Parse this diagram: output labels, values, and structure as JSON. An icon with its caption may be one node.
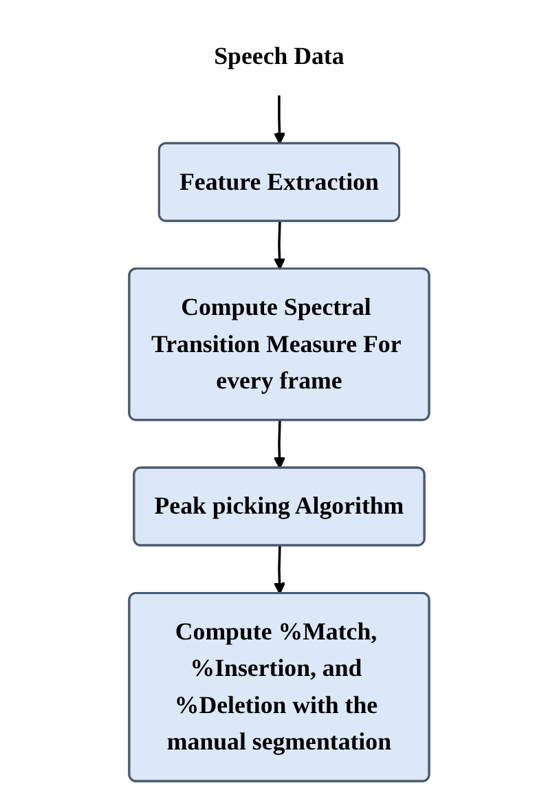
{
  "diagram": {
    "nodes": [
      {
        "text": [
          "Speech Data"
        ]
      },
      {
        "text": [
          "Feature Extraction"
        ]
      },
      {
        "text": [
          "Compute Spectral Transition Measure For every frame"
        ]
      },
      {
        "text": [
          "Peak picking Algorithm"
        ]
      },
      {
        "text": [
          "Compute %Match, %Insertion, and %Deletion with the manual segmentation"
        ]
      }
    ],
    "edges": [
      {
        "from": 0,
        "to": 1,
        "arrow": "to"
      },
      {
        "from": 1,
        "to": 2,
        "arrow": "to"
      },
      {
        "from": 2,
        "to": 3,
        "arrow": "to"
      },
      {
        "from": 3,
        "to": 4,
        "arrow": "to"
      }
    ]
  }
}
